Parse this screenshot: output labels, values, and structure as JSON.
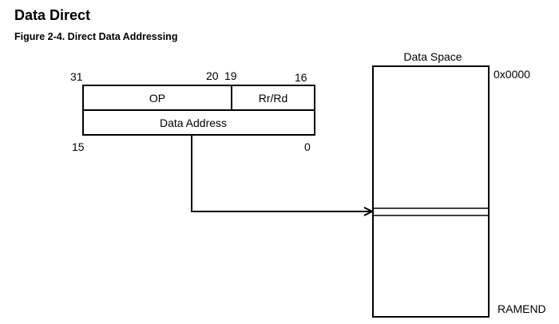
{
  "title": "Data Direct",
  "caption": "Figure 2-4.  Direct Data Addressing",
  "instruction": {
    "bit_labels_top": {
      "msb": "31",
      "mid_high": "20",
      "mid_low": "19",
      "lsb": "16"
    },
    "bit_labels_bottom": {
      "msb": "15",
      "lsb": "0"
    },
    "fields": {
      "op": "OP",
      "reg": "Rr/Rd",
      "address": "Data Address"
    }
  },
  "memory": {
    "label": "Data Space",
    "start_address": "0x0000",
    "end_address": "RAMEND"
  }
}
